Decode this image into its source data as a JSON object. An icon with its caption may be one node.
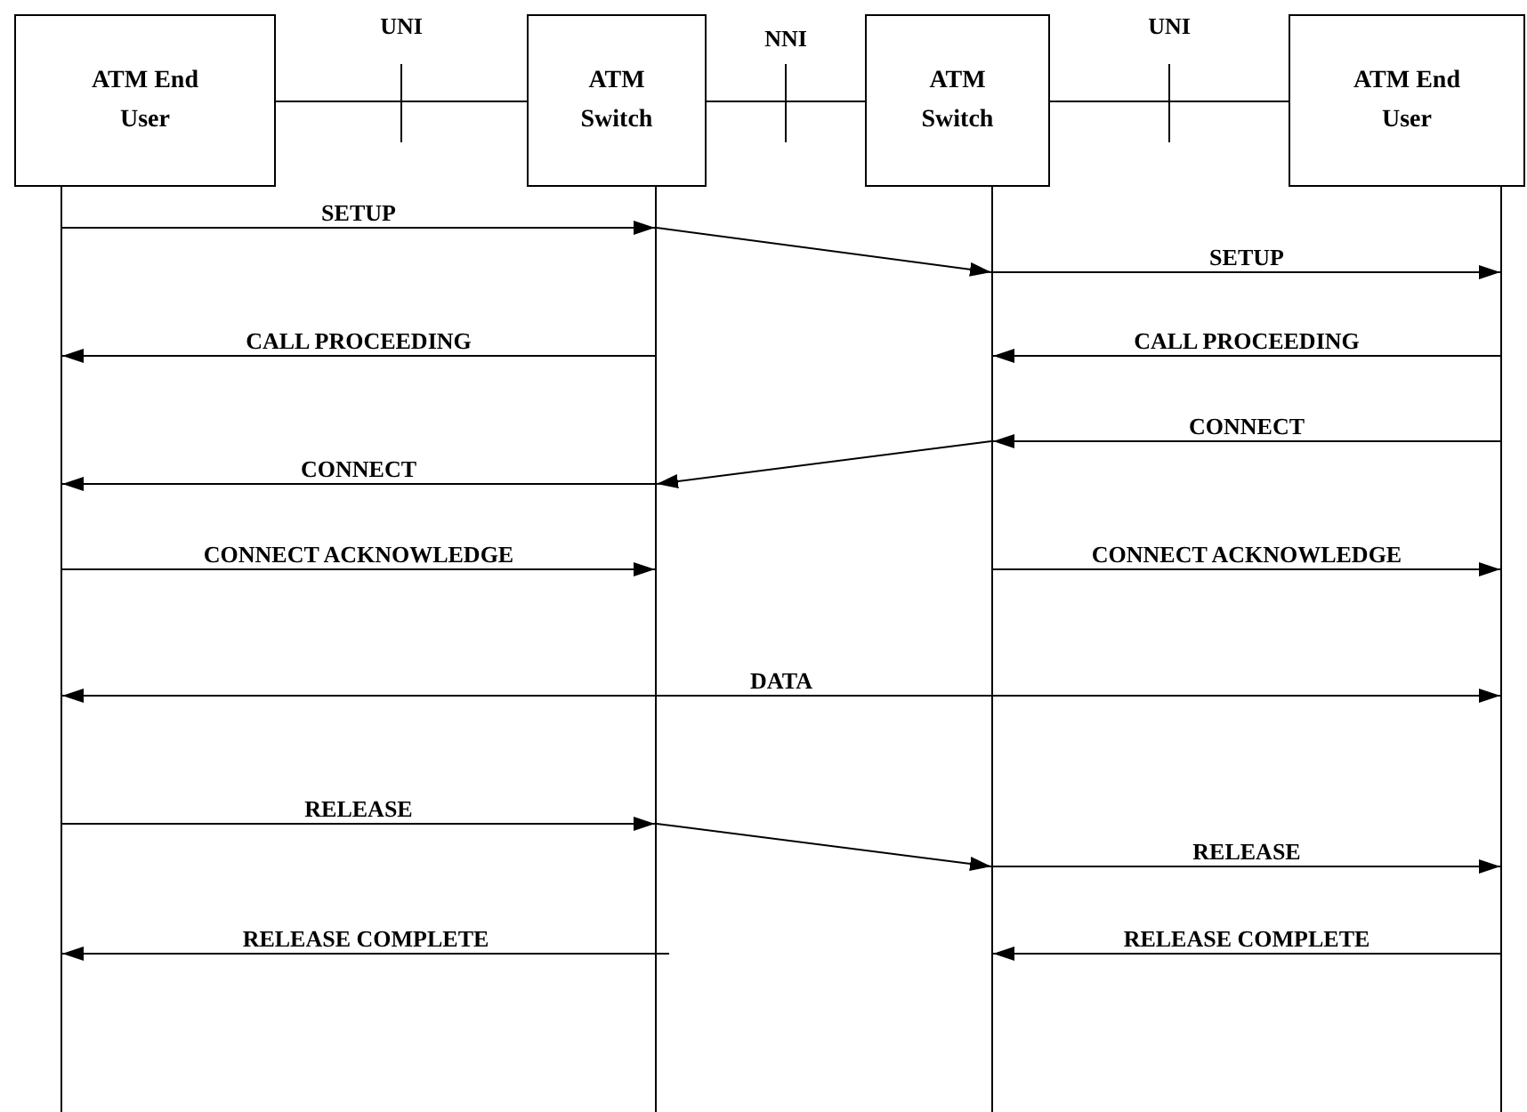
{
  "diagram": {
    "nodes": [
      {
        "text": [
          "ATM End User"
        ]
      },
      {
        "text": [
          "ATM Switch"
        ]
      },
      {
        "text": [
          "ATM Switch"
        ]
      },
      {
        "text": [
          "ATM End User"
        ]
      },
      {
        "text": [],
        "shape": "bar"
      },
      {
        "text": [],
        "shape": "bar"
      },
      {
        "text": [],
        "shape": "bar"
      },
      {
        "text": [],
        "shape": "bar"
      }
    ],
    "edges": [
      {
        "from": 0,
        "to": 1,
        "arrow": "none",
        "label": "UNI"
      },
      {
        "from": 1,
        "to": 2,
        "arrow": "none",
        "label": "NNI"
      },
      {
        "from": 2,
        "to": 3,
        "arrow": "none",
        "label": "UNI"
      },
      {
        "from": 4,
        "to": 5,
        "arrow": "to",
        "label": "SETUP"
      },
      {
        "from": 5,
        "to": 6,
        "arrow": "to"
      },
      {
        "from": 6,
        "to": 7,
        "arrow": "to",
        "label": "SETUP"
      },
      {
        "from": 5,
        "to": 4,
        "arrow": "to",
        "label": "CALL PROCEEDING"
      },
      {
        "from": 7,
        "to": 6,
        "arrow": "to",
        "label": "CALL PROCEEDING"
      },
      {
        "from": 7,
        "to": 6,
        "arrow": "to",
        "label": "CONNECT"
      },
      {
        "from": 6,
        "to": 5,
        "arrow": "to"
      },
      {
        "from": 5,
        "to": 4,
        "arrow": "to",
        "label": "CONNECT"
      },
      {
        "from": 4,
        "to": 5,
        "arrow": "to",
        "label": "CONNECT ACKNOWLEDGE"
      },
      {
        "from": 6,
        "to": 7,
        "arrow": "to",
        "label": "CONNECT ACKNOWLEDGE"
      },
      {
        "from": 4,
        "to": 7,
        "arrow": "both",
        "label": "DATA"
      },
      {
        "from": 4,
        "to": 5,
        "arrow": "to",
        "label": "RELEASE"
      },
      {
        "from": 5,
        "to": 6,
        "arrow": "to"
      },
      {
        "from": 6,
        "to": 7,
        "arrow": "to",
        "label": "RELEASE"
      },
      {
        "from": 5,
        "to": 4,
        "arrow": "to",
        "label": "RELEASE COMPLETE"
      },
      {
        "from": 7,
        "to": 6,
        "arrow": "to",
        "label": "RELEASE COMPLETE"
      }
    ]
  }
}
